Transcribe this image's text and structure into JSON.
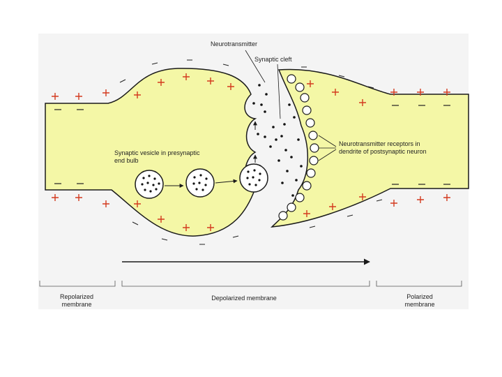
{
  "colors": {
    "panel": "#f4f4f4",
    "axon_fill": "#f4f7a6",
    "outline": "#1a1a1a",
    "plus": "#d33a1e",
    "minus": "#222222"
  },
  "labels": {
    "neurotransmitter": "Neurotransmitter",
    "synaptic_cleft": "Synaptic cleft",
    "vesicle_line1": "Synaptic vesicle in presynaptic",
    "vesicle_line2": "end bulb",
    "receptors_line1": "Neurotransmitter receptors in",
    "receptors_line2": "dendrite of postsynaptic neuron",
    "repolarized_line1": "Repolarized",
    "repolarized_line2": "membrane",
    "depolarized": "Depolarized membrane",
    "polarized_line1": "Polarized",
    "polarized_line2": "membrane"
  },
  "charges": {
    "plus": "+",
    "minus": "−"
  }
}
